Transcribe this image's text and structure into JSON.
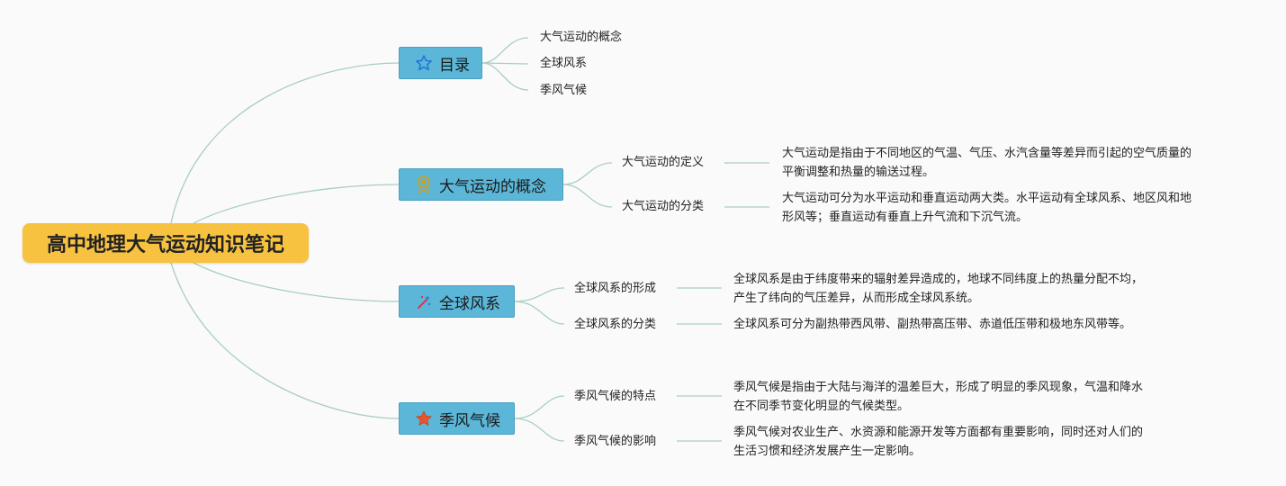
{
  "root": {
    "title": "高中地理大气运动知识笔记"
  },
  "branches": {
    "toc": {
      "label": "目录",
      "icon": "star-outline-icon",
      "items": [
        "大气运动的概念",
        "全球风系",
        "季风气候"
      ]
    },
    "concept": {
      "label": "大气运动的概念",
      "icon": "medal-icon",
      "children": [
        {
          "label": "大气运动的定义",
          "detail": [
            "大气运动是指由于不同地区的气温、气压、水汽含量等差异而引起的空气质量的",
            "平衡调整和热量的输送过程。"
          ]
        },
        {
          "label": "大气运动的分类",
          "detail": [
            "大气运动可分为水平运动和垂直运动两大类。水平运动有全球风系、地区风和地",
            "形风等；垂直运动有垂直上升气流和下沉气流。"
          ]
        }
      ]
    },
    "wind": {
      "label": "全球风系",
      "icon": "magic-wand-icon",
      "children": [
        {
          "label": "全球风系的形成",
          "detail": [
            "全球风系是由于纬度带来的辐射差异造成的，地球不同纬度上的热量分配不均，",
            "产生了纬向的气压差异，从而形成全球风系统。"
          ]
        },
        {
          "label": "全球风系的分类",
          "detail": [
            "全球风系可分为副热带西风带、副热带高压带、赤道低压带和极地东风带等。"
          ]
        }
      ]
    },
    "monsoon": {
      "label": "季风气候",
      "icon": "star-filled-icon",
      "children": [
        {
          "label": "季风气候的特点",
          "detail": [
            "季风气候是指由于大陆与海洋的温差巨大，形成了明显的季风现象，气温和降水",
            "在不同季节变化明显的气候类型。"
          ]
        },
        {
          "label": "季风气候的影响",
          "detail": [
            "季风气候对农业生产、水资源和能源开发等方面都有重要影响，同时还对人们的",
            "生活习惯和经济发展产生一定影响。"
          ]
        }
      ]
    }
  },
  "colors": {
    "root": "#f8c241",
    "topic": "#5bb6d8",
    "line": "#a9cfc0"
  }
}
